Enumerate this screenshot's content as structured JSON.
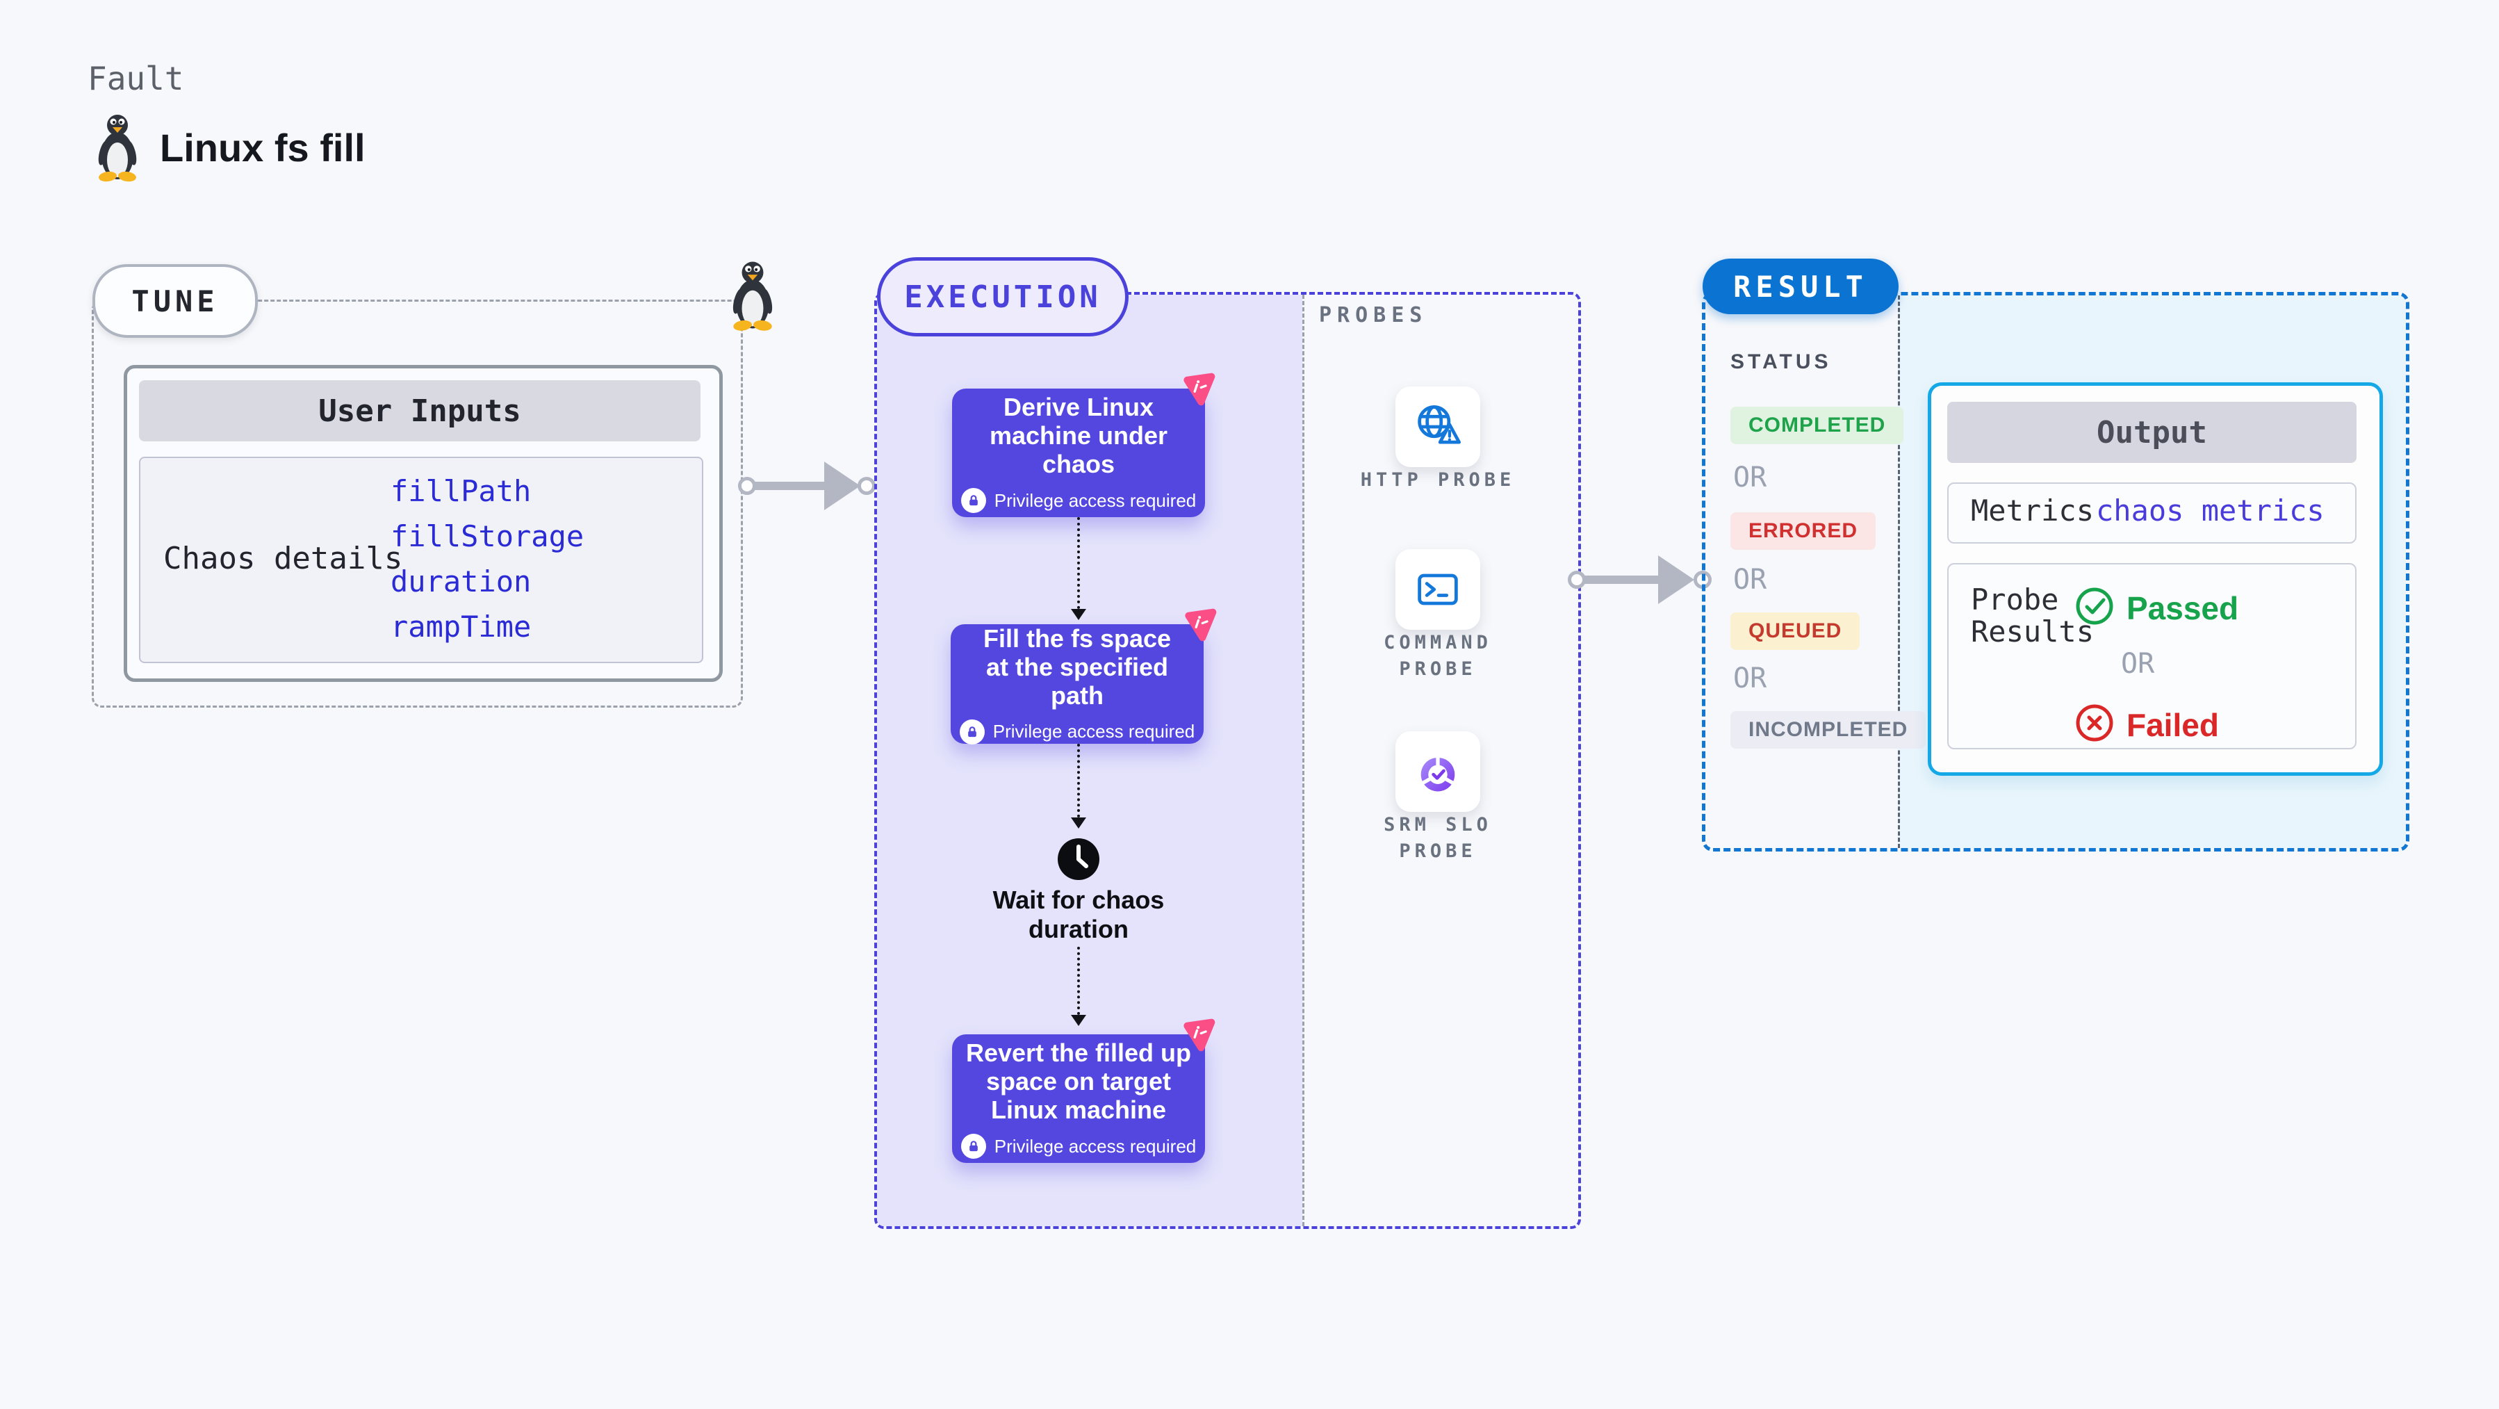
{
  "header": {
    "eyebrow": "Fault",
    "title": "Linux fs fill"
  },
  "tune": {
    "pill": "TUNE",
    "card_header": "User Inputs",
    "row_label": "Chaos details",
    "inputs": [
      "fillPath",
      "fillStorage",
      "duration",
      "rampTime"
    ],
    "accent_color": "#2b2bd5"
  },
  "execution": {
    "pill": "EXECUTION",
    "accent_color": "#4a42db",
    "card_color": "#5347e0",
    "cards": [
      {
        "lines": [
          "Derive Linux",
          "machine under",
          "chaos"
        ],
        "note": "Privilege access required"
      },
      {
        "lines": [
          "Fill the fs space",
          "at the specified",
          "path"
        ],
        "note": "Privilege access required"
      },
      {
        "lines": [
          "Revert the filled up",
          "space on target",
          "Linux machine"
        ],
        "note": "Privilege access required"
      }
    ],
    "wait_step": {
      "lines": [
        "Wait for chaos",
        "duration"
      ]
    }
  },
  "probes": {
    "label": "PROBES",
    "items": [
      {
        "icon": "globe-alert-icon",
        "lines": [
          "HTTP PROBE",
          ""
        ]
      },
      {
        "icon": "terminal-icon",
        "lines": [
          "COMMAND",
          "PROBE"
        ]
      },
      {
        "icon": "slo-donut-icon",
        "lines": [
          "SRM SLO",
          "PROBE"
        ]
      }
    ]
  },
  "result": {
    "pill": "RESULT",
    "status_label": "STATUS",
    "or": "OR",
    "statuses": [
      {
        "label": "COMPLETED",
        "bg": "#dff3e0",
        "color": "#1ea24a"
      },
      {
        "label": "ERRORED",
        "bg": "#fbe5e5",
        "color": "#d03030"
      },
      {
        "label": "QUEUED",
        "bg": "#fbf0cf",
        "color": "#c43a2e"
      },
      {
        "label": "INCOMPLETED",
        "bg": "#ebecf4",
        "color": "#70798a"
      }
    ],
    "output": {
      "header": "Output",
      "metrics_label": "Metrics",
      "metrics_value": "chaos metrics",
      "probe_results_label": "Probe Results",
      "passed": "Passed",
      "failed": "Failed"
    },
    "accent_color": "#0b73d1",
    "panel_color": "#e9f5fc"
  }
}
